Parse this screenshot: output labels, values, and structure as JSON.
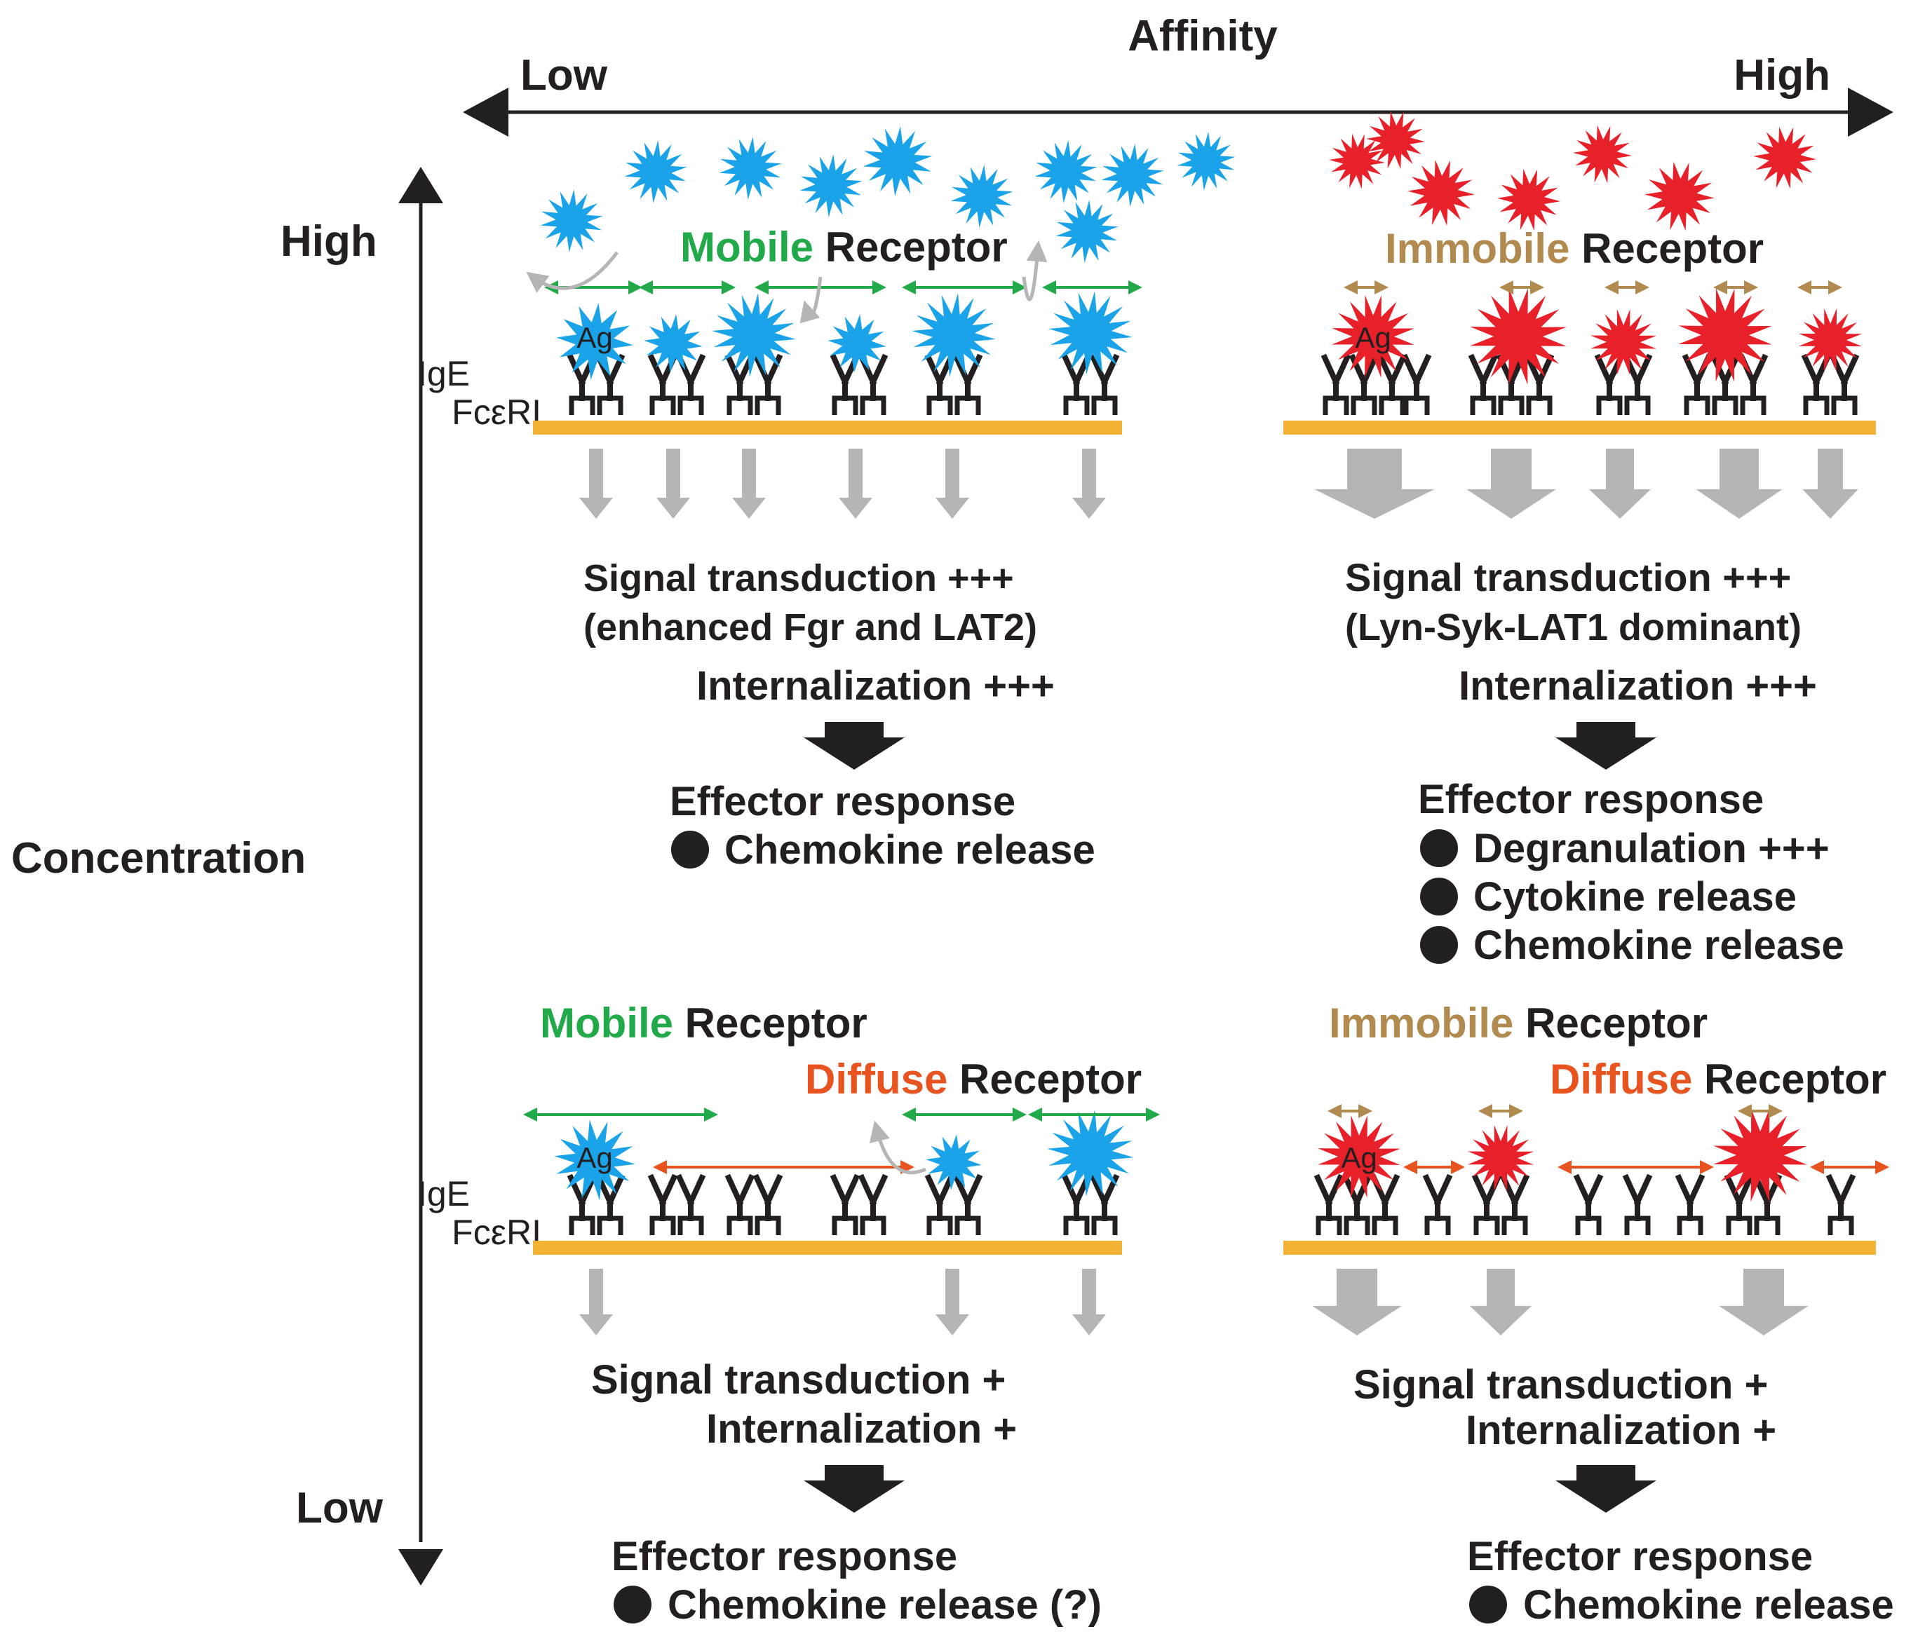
{
  "axes": {
    "affinity_title": "Affinity",
    "affinity_low": "Low",
    "affinity_high": "High",
    "concentration_title": "Concentration",
    "concentration_high": "High",
    "concentration_low": "Low"
  },
  "labels": {
    "ag": "Ag",
    "ige": "IgE",
    "fceri": "FcεRI",
    "mobile": "Mobile",
    "immobile": "Immobile",
    "diffuse": "Diffuse",
    "receptor": "Receptor"
  },
  "panels": {
    "top_left": {
      "signal": "Signal transduction +++",
      "signal_detail": "(enhanced Fgr and LAT2)",
      "internalization": "Internalization +++",
      "effector_title": "Effector response",
      "effects": [
        "Chemokine release"
      ]
    },
    "top_right": {
      "signal": "Signal transduction +++",
      "signal_detail": "(Lyn-Syk-LAT1 dominant)",
      "internalization": "Internalization +++",
      "effector_title": "Effector response",
      "effects": [
        "Degranulation +++",
        "Cytokine release",
        "Chemokine release"
      ]
    },
    "bottom_left": {
      "signal": "Signal transduction +",
      "internalization": "Internalization +",
      "effector_title": "Effector response",
      "effects": [
        "Chemokine release (?)"
      ]
    },
    "bottom_right": {
      "signal": "Signal transduction +",
      "internalization": "Internalization +",
      "effector_title": "Effector response",
      "effects": [
        "Chemokine release"
      ]
    }
  },
  "colors": {
    "text": "#231f20",
    "antigen_low_affinity": "#1aa3e8",
    "antigen_high_affinity": "#e8202a",
    "membrane": "#f5b335",
    "mobile": "#22aa4a",
    "immobile": "#b08a4e",
    "diffuse": "#e85420",
    "signal_arrow": "#b5b5b5"
  }
}
